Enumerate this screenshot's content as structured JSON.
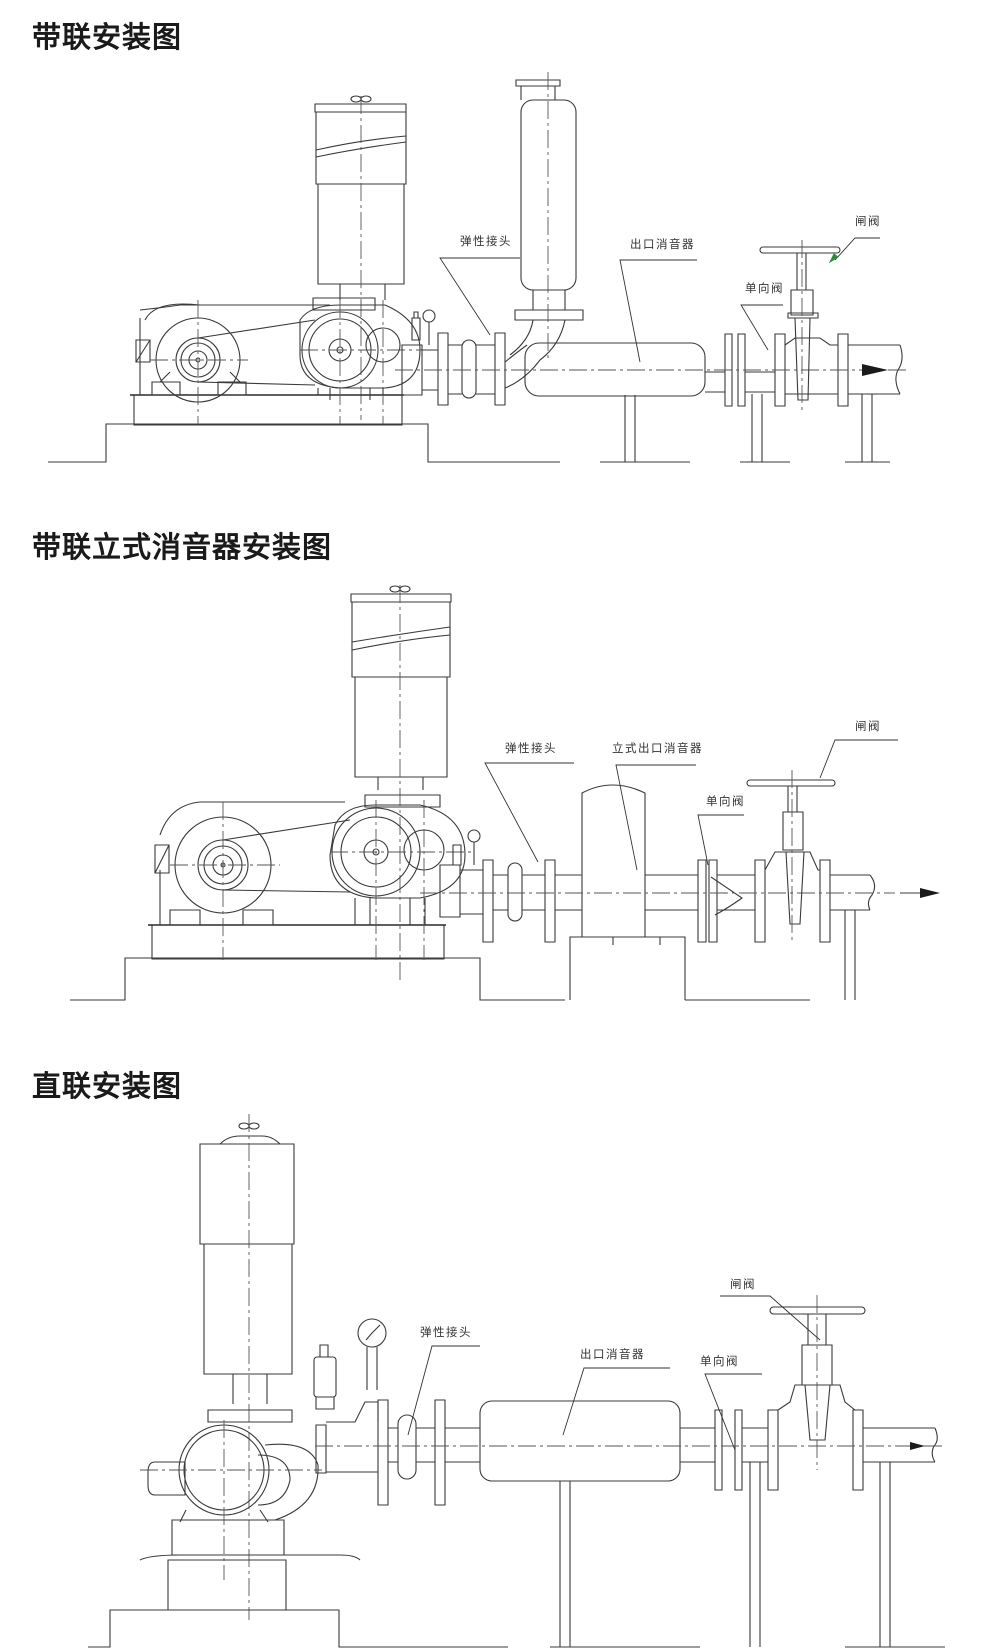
{
  "sections": [
    {
      "title": "带联安装图",
      "labels": {
        "flexible_joint": "弹性接头",
        "outlet_silencer": "出口消音器",
        "check_valve": "单向阀",
        "gate_valve": "闸阀"
      }
    },
    {
      "title": "带联立式消音器安装图",
      "labels": {
        "flexible_joint": "弹性接头",
        "vertical_outlet_silencer": "立式出口消音器",
        "check_valve": "单向阀",
        "gate_valve": "闸阀"
      }
    },
    {
      "title": "直联安装图",
      "labels": {
        "flexible_joint": "弹性接头",
        "outlet_silencer": "出口消音器",
        "check_valve": "单向阀",
        "gate_valve": "闸阀"
      }
    }
  ],
  "colors": {
    "line": "#3a3a3a",
    "title": "#1a1a1a",
    "leader_accent": "#2d8a3c"
  }
}
